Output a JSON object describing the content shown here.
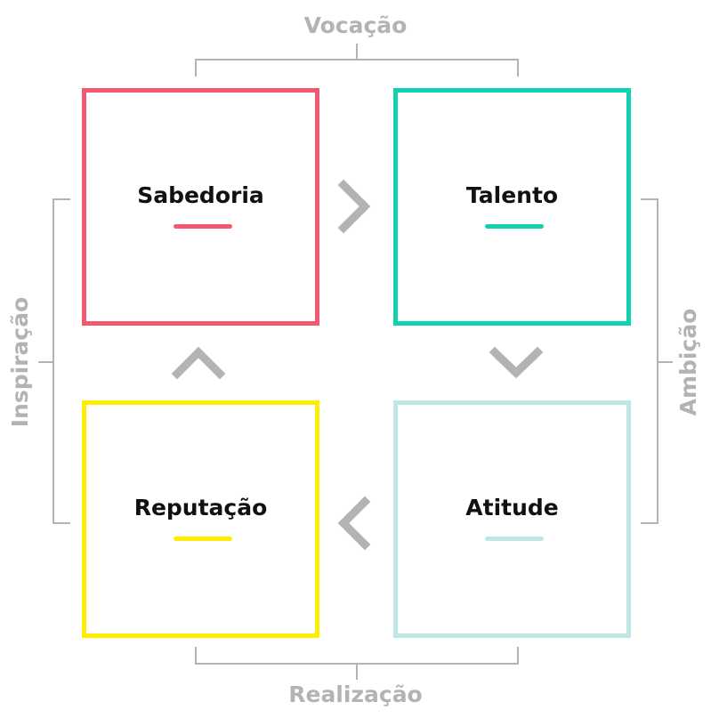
{
  "axes": {
    "top": "Vocação",
    "bottom": "Realização",
    "left": "Inspiração",
    "right": "Ambição"
  },
  "boxes": [
    {
      "title": "Sabedoria",
      "color": "#f4586e"
    },
    {
      "title": "Talento",
      "color": "#10d2b3"
    },
    {
      "title": "Atitude",
      "color": "#bfe8e3"
    },
    {
      "title": "Reputação",
      "color": "#ffed00"
    }
  ],
  "colors": {
    "bracket": "#b3b3b3",
    "chevron": "#b3b3b3",
    "label": "#b3b3b3"
  },
  "flow_icons": [
    "chevron-right-icon",
    "chevron-down-icon",
    "chevron-left-icon",
    "chevron-up-icon"
  ]
}
